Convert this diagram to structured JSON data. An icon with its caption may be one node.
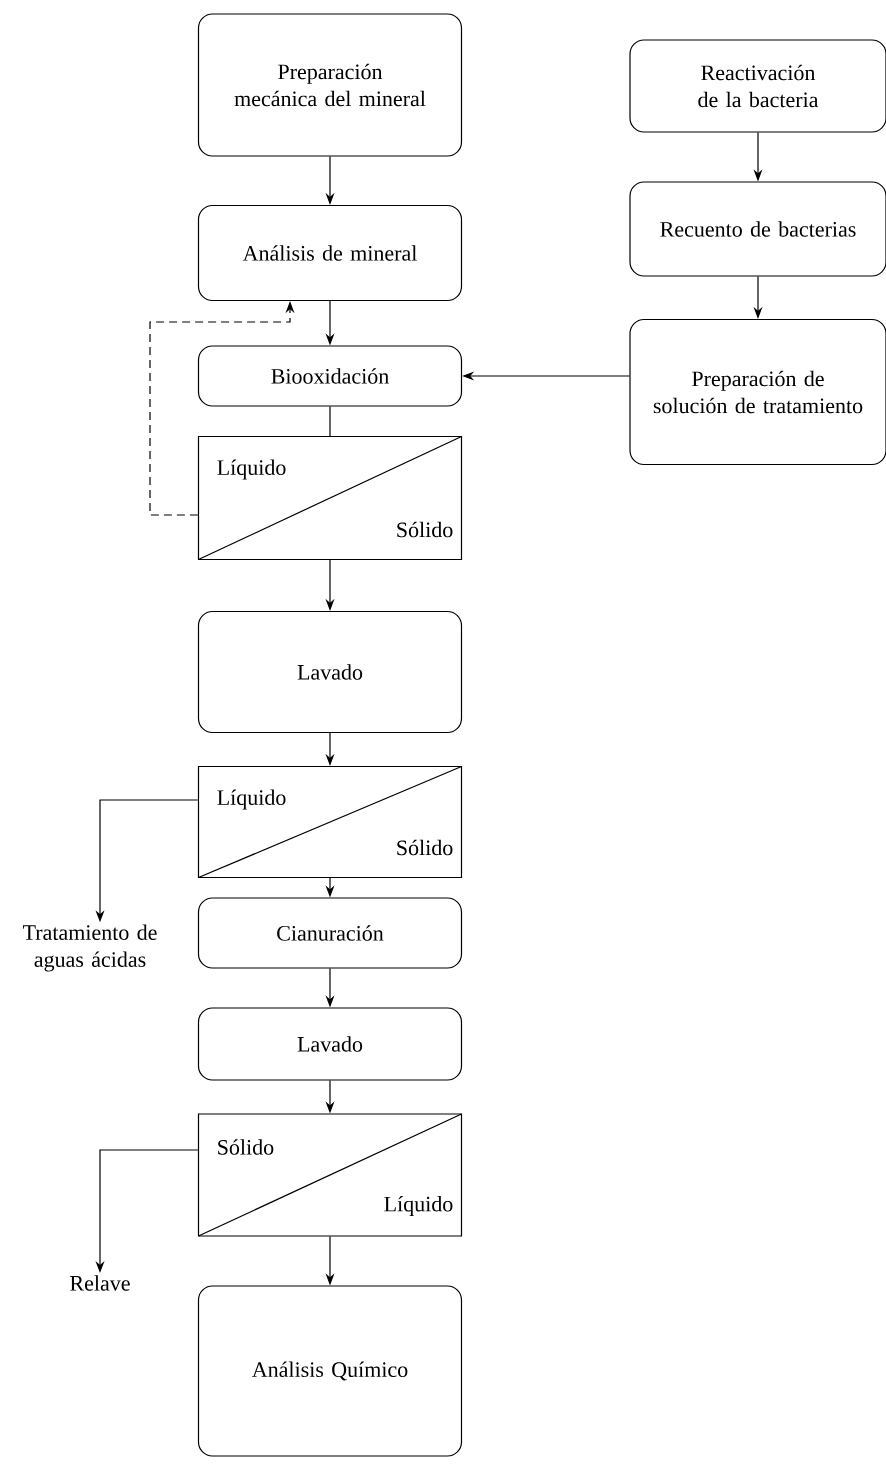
{
  "diagram": {
    "nodes": [
      {
        "text": [
          "Preparación mecánica del mineral"
        ]
      },
      {
        "text": [
          "Análisis de mineral"
        ]
      },
      {
        "text": [
          "Biooxidación"
        ]
      },
      {
        "text": [
          "Líquido",
          "Sólido"
        ]
      },
      {
        "text": [
          "Lavado"
        ]
      },
      {
        "text": [
          "Líquido",
          "Sólido"
        ]
      },
      {
        "text": [
          "Tratamiento de aguas ácidas"
        ]
      },
      {
        "text": [
          "Cianuración"
        ]
      },
      {
        "text": [
          "Lavado"
        ]
      },
      {
        "text": [
          "Sólido",
          "Líquido"
        ]
      },
      {
        "text": [
          "Relave"
        ]
      },
      {
        "text": [
          "Análisis Químico"
        ]
      },
      {
        "text": [
          "Reactivación de la bacteria"
        ]
      },
      {
        "text": [
          "Recuento de bacterias"
        ]
      },
      {
        "text": [
          "Preparación de solución de tratamiento"
        ]
      }
    ],
    "edges": [
      {
        "from": 0,
        "to": 1,
        "arrow": "to"
      },
      {
        "from": 1,
        "to": 2,
        "arrow": "to"
      },
      {
        "from": 2,
        "to": 3,
        "arrow": "none"
      },
      {
        "from": 3,
        "to": 1,
        "arrow": "to",
        "style": "dashed"
      },
      {
        "from": 3,
        "to": 4,
        "arrow": "to"
      },
      {
        "from": 4,
        "to": 5,
        "arrow": "to"
      },
      {
        "from": 5,
        "to": 6,
        "arrow": "to"
      },
      {
        "from": 5,
        "to": 7,
        "arrow": "to"
      },
      {
        "from": 7,
        "to": 8,
        "arrow": "to"
      },
      {
        "from": 8,
        "to": 9,
        "arrow": "to"
      },
      {
        "from": 9,
        "to": 10,
        "arrow": "to"
      },
      {
        "from": 9,
        "to": 11,
        "arrow": "to"
      },
      {
        "from": 12,
        "to": 13,
        "arrow": "to"
      },
      {
        "from": 13,
        "to": 14,
        "arrow": "to"
      },
      {
        "from": 14,
        "to": 2,
        "arrow": "to"
      }
    ]
  }
}
